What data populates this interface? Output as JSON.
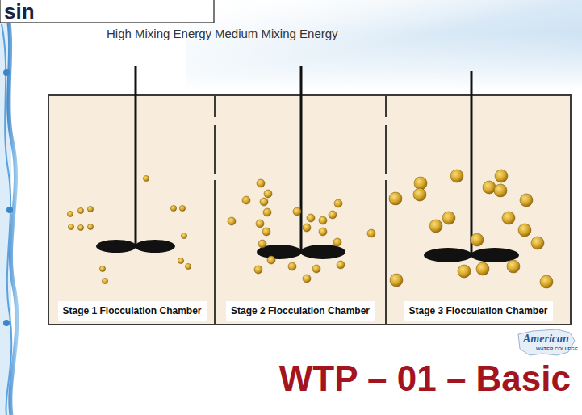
{
  "diagram": {
    "title": "WTP – 01 – Basic",
    "nodes": [
      {
        "text": [
          "Stage 1 Flocculation Chamber"
        ]
      },
      {
        "text": [
          "Stage 2 Flocculation Chamber"
        ]
      },
      {
        "text": [
          "Stage 3 Flocculation Chamber"
        ]
      }
    ],
    "labels": [
      "sin",
      "High Mixing Energy",
      "Medium Mixing Energy",
      "American",
      "WATER COLLEGE"
    ]
  }
}
